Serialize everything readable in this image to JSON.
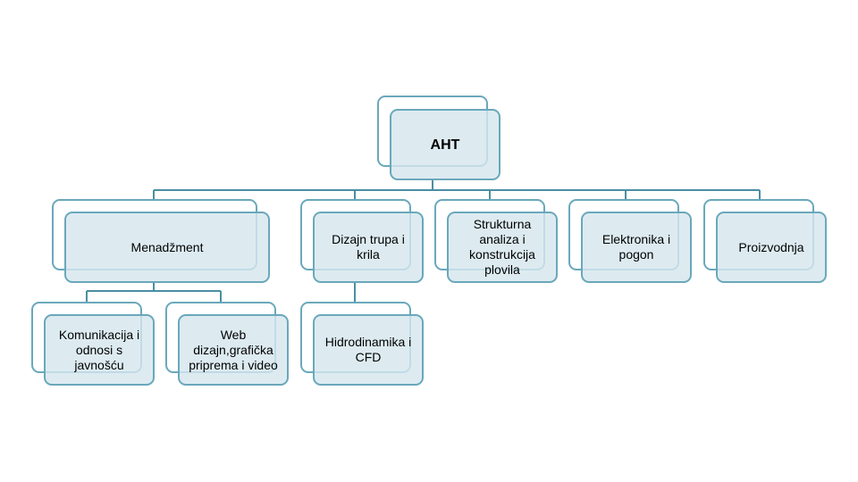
{
  "diagram": {
    "root": {
      "label": "AHT"
    },
    "nodes": {
      "menadzment": "Menadžment",
      "dizajn_trupa": "Dizajn trupa i krila",
      "strukturna": "Strukturna analiza i konstrukcija plovila",
      "elektronika": "Elektronika i pogon",
      "proizvodnja": "Proizvodnja",
      "komunikacija": "Komunikacija i odnosi s javnošću",
      "web_dizajn": "Web dizajn,grafička priprema i video",
      "hidrodinamika": "Hidrodinamika i CFD"
    }
  },
  "colors": {
    "border": "#6aa8bb",
    "fill": "#d6e6ee",
    "connector": "#4b8ea3"
  }
}
